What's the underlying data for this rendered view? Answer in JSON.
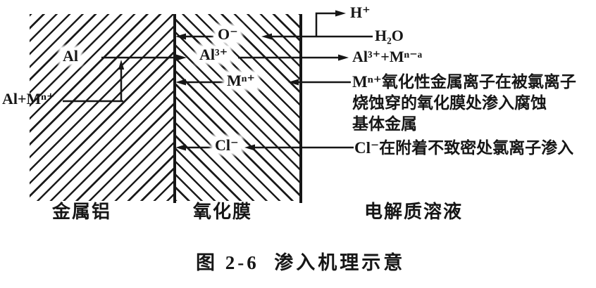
{
  "figure": {
    "ink": "#161616",
    "background": "#ffffff",
    "species": {
      "al": "Al",
      "al_plus_m": "Al+Mⁿ⁺",
      "o_ion": "O⁻",
      "al3_ion": "Al³⁺",
      "m_ion": "Mⁿ⁺",
      "cl_ion": "Cl⁻",
      "h_ion": "H⁺",
      "h2o": "H₂O",
      "al3_plus_m": "Al³⁺+Mⁿ⁻ᵃ"
    },
    "annotations": {
      "m_note_line1": "Mⁿ⁺氧化性金属离子在被氯离子",
      "m_note_line2": "烧蚀穿的氧化膜处渗入腐蚀",
      "m_note_line3": "基体金属",
      "cl_note": "Cl⁻在附着不致密处氯离子渗入"
    },
    "region_labels": {
      "metal": "金属铝",
      "oxide": "氧化膜",
      "electrolyte": "电解质溶液"
    },
    "caption": "图 2-6  渗入机理示意"
  }
}
